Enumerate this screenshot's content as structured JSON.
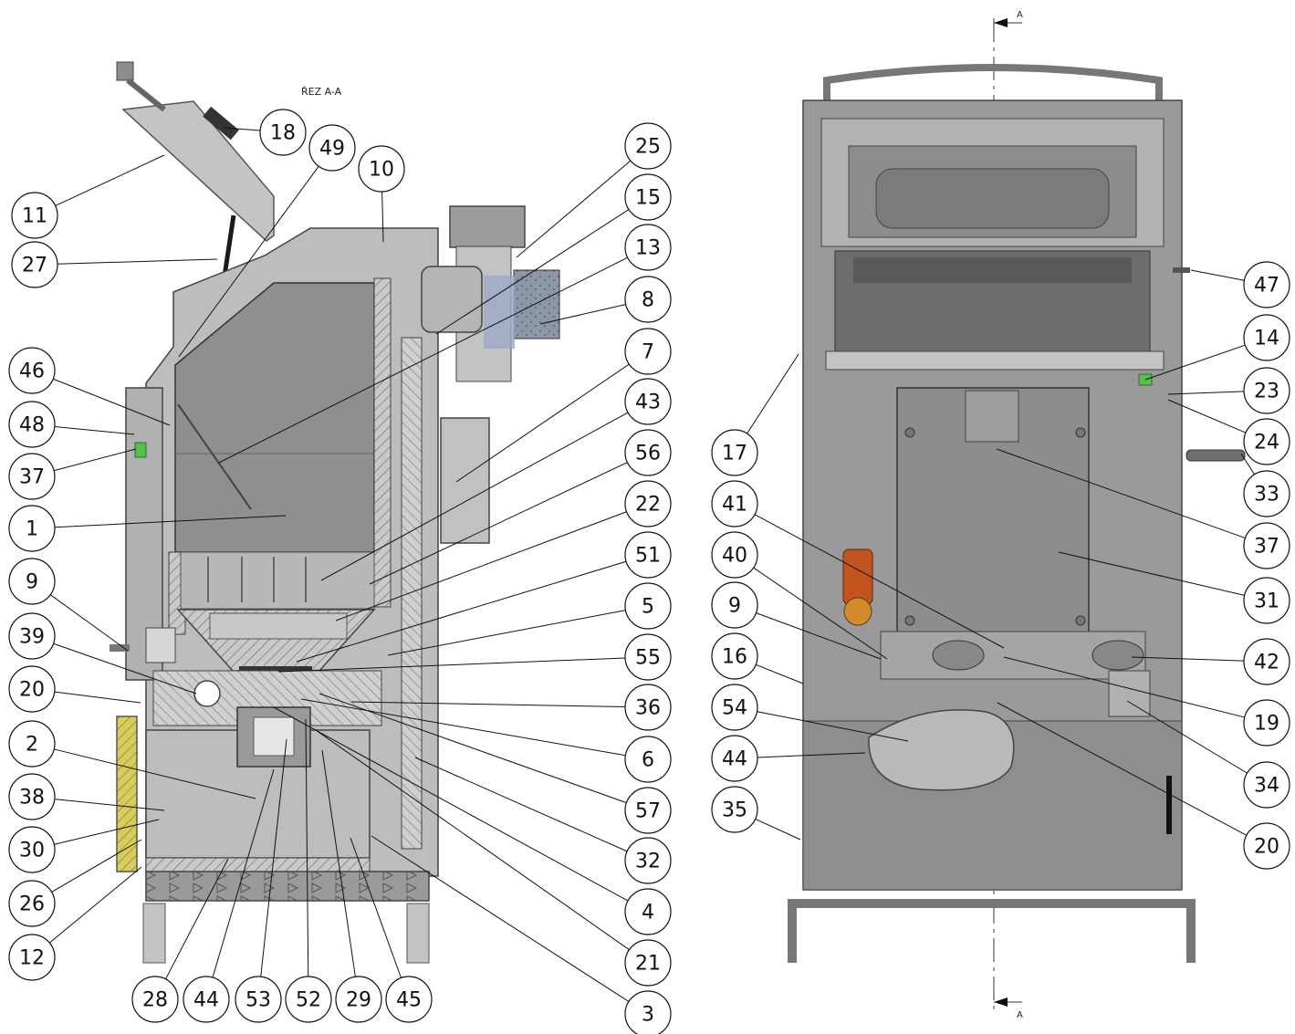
{
  "section_title": "ŘEZ A-A",
  "section_marker": "A",
  "left_callouts": [
    "11",
    "27",
    "46",
    "48",
    "37",
    "1",
    "9",
    "39",
    "20",
    "2",
    "38",
    "30",
    "26",
    "12"
  ],
  "top_callouts": [
    "18",
    "49",
    "10"
  ],
  "right_col_callouts": [
    "25",
    "15",
    "13",
    "8",
    "7",
    "43",
    "56",
    "22",
    "51",
    "5",
    "55",
    "36",
    "6",
    "57",
    "32",
    "4",
    "21",
    "3"
  ],
  "bottom_callouts": [
    "28",
    "44",
    "53",
    "52",
    "29",
    "45"
  ],
  "front_left_callouts": [
    "17",
    "41",
    "40",
    "9",
    "16",
    "54",
    "44",
    "35"
  ],
  "front_right_callouts": [
    "47",
    "14",
    "23",
    "24",
    "33",
    "37",
    "31",
    "42",
    "19",
    "34",
    "20"
  ]
}
